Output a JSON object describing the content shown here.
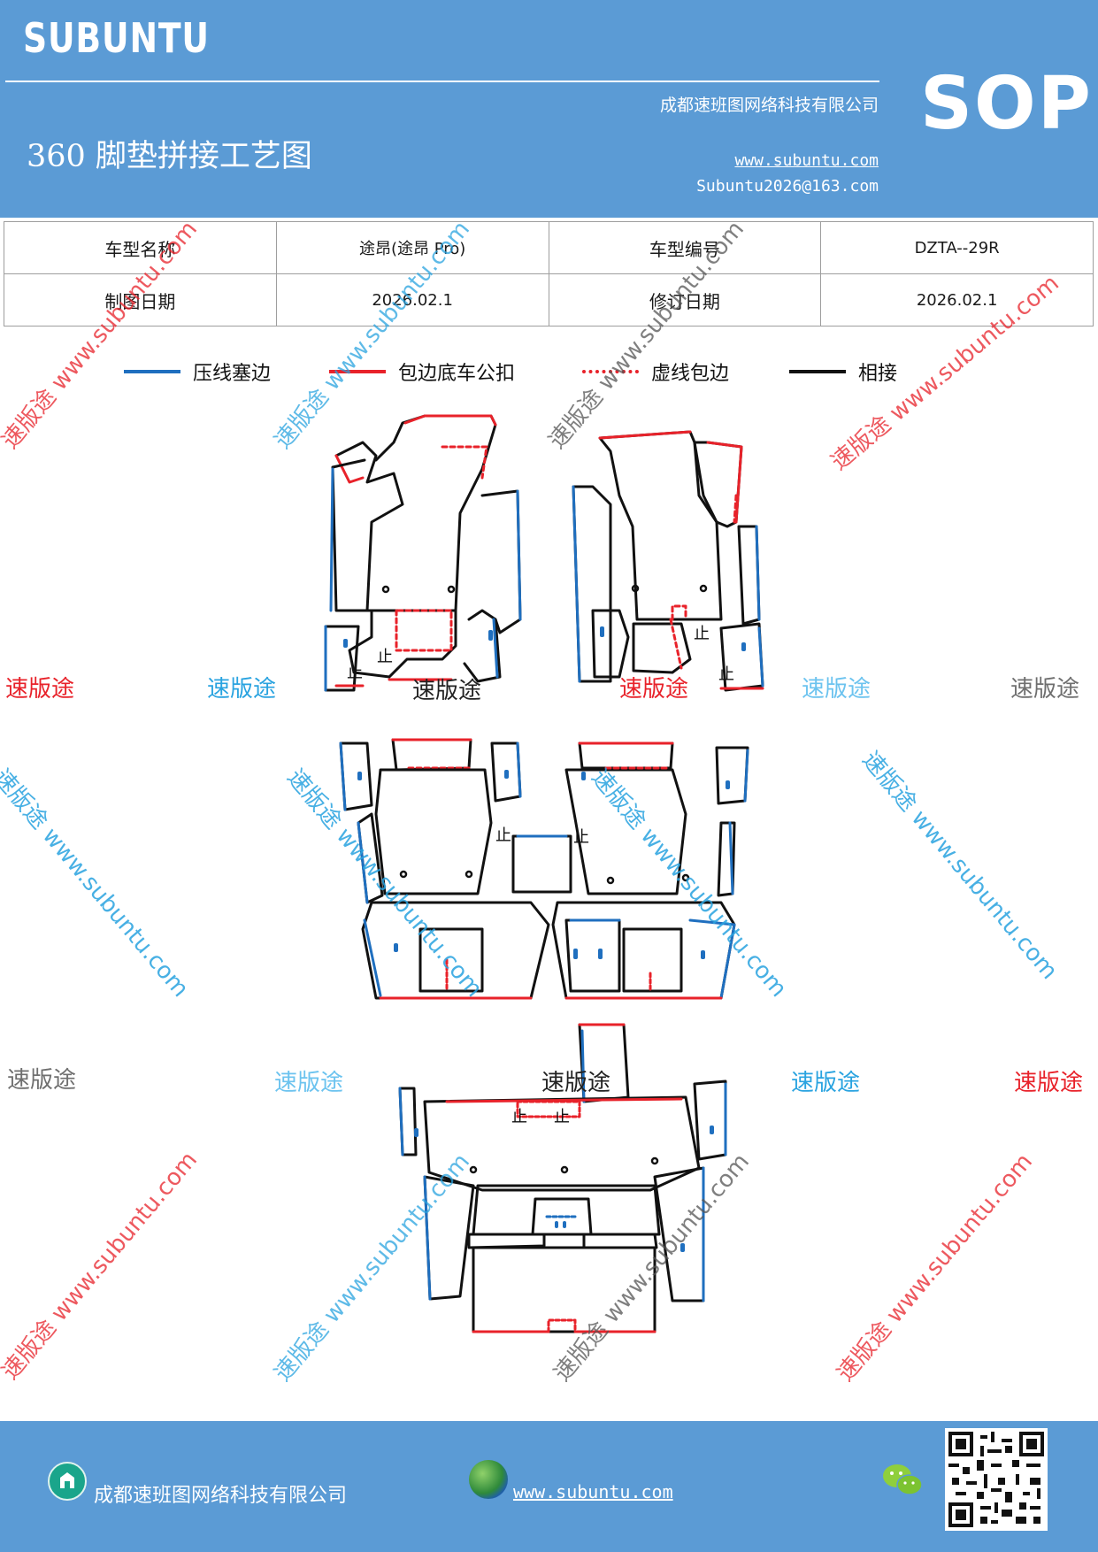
{
  "header": {
    "brand": "SUBUNTU",
    "doc_title": "360 脚垫拼接工艺图",
    "company": "成都速班图网络科技有限公司",
    "website": "www.subuntu.com",
    "email": "Subuntu2026@163.com",
    "badge": "SOP"
  },
  "info_table": {
    "model_name_label": "车型名称",
    "model_name_value": "途昂(途昂 Pro)",
    "model_code_label": "车型编号",
    "model_code_value": "DZTA--29R",
    "draw_date_label": "制图日期",
    "draw_date_value": "2026.02.1",
    "revise_date_label": "修订日期",
    "revise_date_value": "2026.02.1"
  },
  "legend": [
    {
      "label": "压线塞边",
      "color": "#1f6fbf",
      "style": "solid"
    },
    {
      "label": "包边底车公扣",
      "color": "#e8222a",
      "style": "solid"
    },
    {
      "label": "虚线包边",
      "color": "#e8222a",
      "style": "dotted"
    },
    {
      "label": "相接",
      "color": "#111111",
      "style": "solid"
    }
  ],
  "diagram": {
    "marker_up": "止"
  },
  "watermark": {
    "plain": "速版途",
    "diagonal": "速版途 www.subuntu.com",
    "colors": {
      "red": "#e8222a",
      "blue": "#29a3e0",
      "gray": "#6f6f6f",
      "lightblue": "#6cc3ef"
    }
  },
  "footer": {
    "company": "成都速班图网络科技有限公司",
    "website": "www.subuntu.com ",
    "home_icon": "building-icon",
    "globe_icon": "globe-icon",
    "wechat_icon": "wechat-icon",
    "qr": "qr-code"
  },
  "colors": {
    "header_bg": "#5b9bd5",
    "blue_line": "#1f6fbf",
    "red_line": "#e8222a",
    "black_line": "#111111"
  }
}
